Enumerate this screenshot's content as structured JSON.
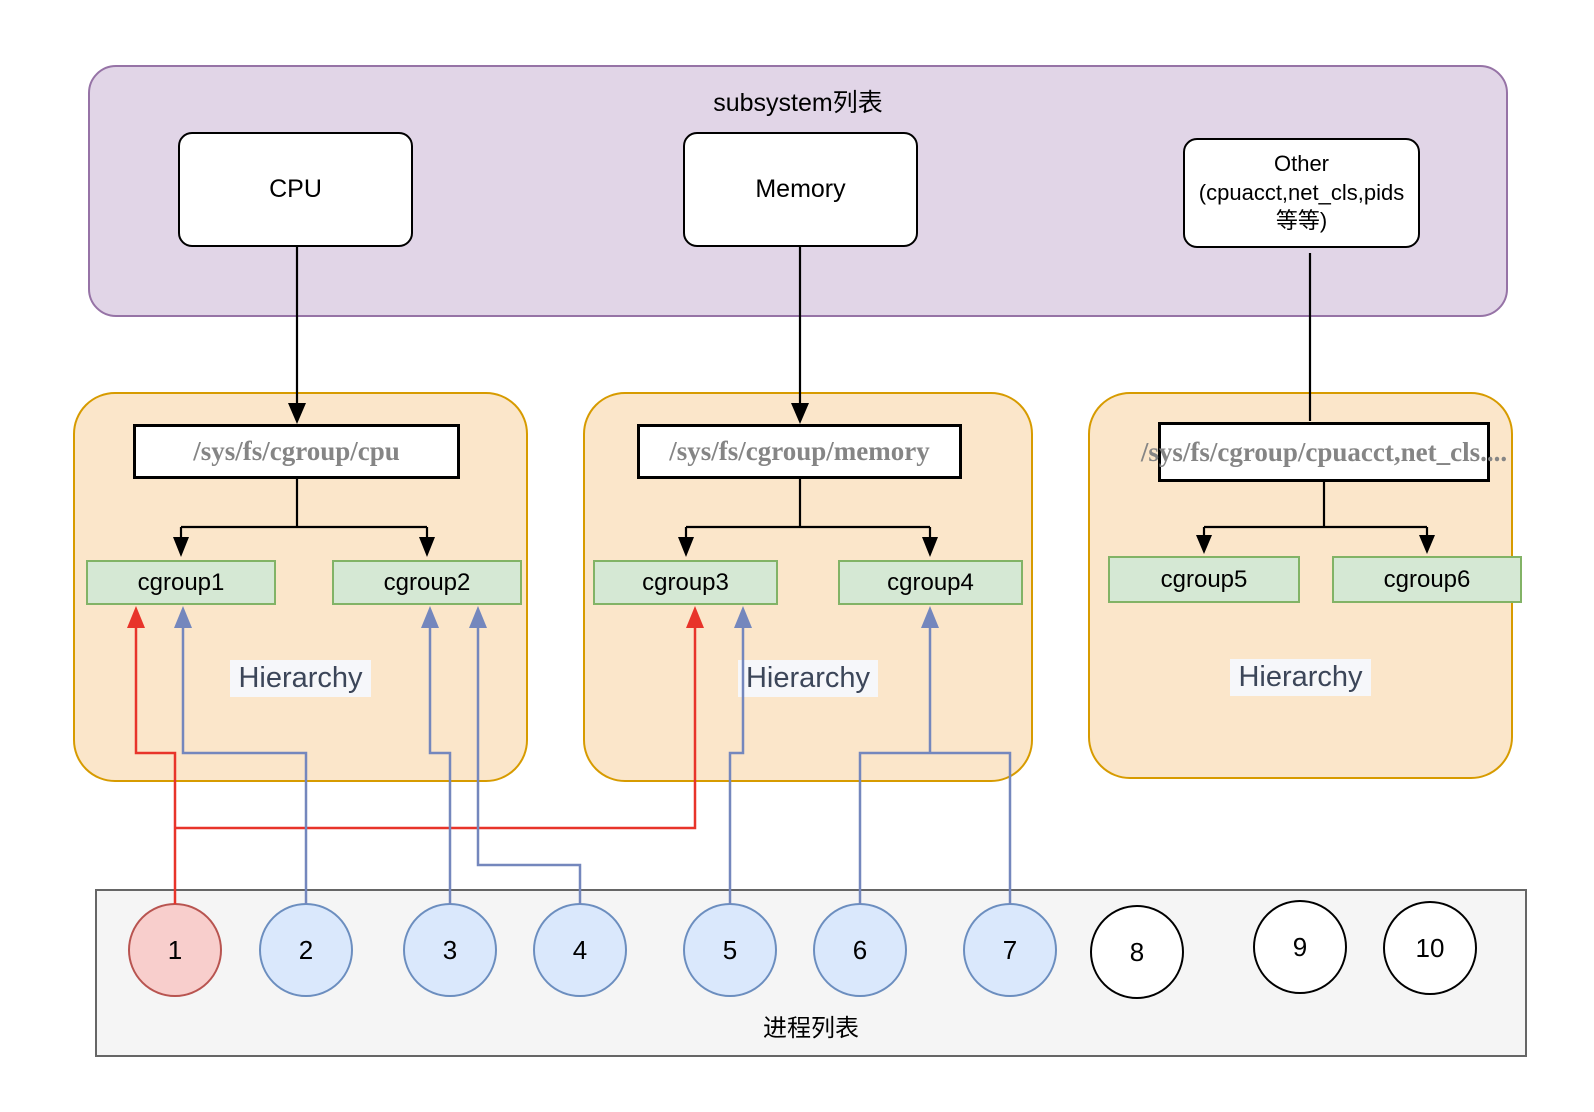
{
  "subsystem_panel": {
    "title": "subsystem列表",
    "items": [
      {
        "label": "CPU"
      },
      {
        "label": "Memory"
      },
      {
        "label": "Other",
        "sub1": "(cpuacct,net_cls,pids",
        "sub2": "等等)"
      }
    ]
  },
  "hierarchies": [
    {
      "path": "/sys/fs/cgroup/cpu",
      "label": "Hierarchy",
      "cgroups": [
        "cgroup1",
        "cgroup2"
      ]
    },
    {
      "path": "/sys/fs/cgroup/memory",
      "label": "Hierarchy",
      "cgroups": [
        "cgroup3",
        "cgroup4"
      ]
    },
    {
      "path": "/sys/fs/cgroup/cpuacct,net_cls....",
      "label": "Hierarchy",
      "cgroups": [
        "cgroup5",
        "cgroup6"
      ]
    }
  ],
  "process_panel": {
    "title": "进程列表",
    "processes": [
      {
        "id": "1",
        "type": "red"
      },
      {
        "id": "2",
        "type": "blue"
      },
      {
        "id": "3",
        "type": "blue"
      },
      {
        "id": "4",
        "type": "blue"
      },
      {
        "id": "5",
        "type": "blue"
      },
      {
        "id": "6",
        "type": "blue"
      },
      {
        "id": "7",
        "type": "blue"
      },
      {
        "id": "8",
        "type": "plain"
      },
      {
        "id": "9",
        "type": "plain"
      },
      {
        "id": "10",
        "type": "plain"
      }
    ]
  },
  "edges": [
    {
      "from": "CPU",
      "to": "/sys/fs/cgroup/cpu",
      "color": "black",
      "arrowhead": true
    },
    {
      "from": "Memory",
      "to": "/sys/fs/cgroup/memory",
      "color": "black",
      "arrowhead": true
    },
    {
      "from": "Other",
      "to": "/sys/fs/cgroup/cpuacct,net_cls....",
      "color": "black",
      "arrowhead": false
    },
    {
      "from": "/sys/fs/cgroup/cpu",
      "to": "cgroup1",
      "color": "black",
      "arrowhead": true
    },
    {
      "from": "/sys/fs/cgroup/cpu",
      "to": "cgroup2",
      "color": "black",
      "arrowhead": true
    },
    {
      "from": "/sys/fs/cgroup/memory",
      "to": "cgroup3",
      "color": "black",
      "arrowhead": true
    },
    {
      "from": "/sys/fs/cgroup/memory",
      "to": "cgroup4",
      "color": "black",
      "arrowhead": true
    },
    {
      "from": "/sys/fs/cgroup/cpuacct,net_cls....",
      "to": "cgroup5",
      "color": "black",
      "arrowhead": true
    },
    {
      "from": "/sys/fs/cgroup/cpuacct,net_cls....",
      "to": "cgroup6",
      "color": "black",
      "arrowhead": true
    },
    {
      "from": "process-1",
      "to": "cgroup1",
      "color": "red",
      "arrowhead": true
    },
    {
      "from": "process-1",
      "to": "cgroup3",
      "color": "red",
      "arrowhead": true
    },
    {
      "from": "process-2",
      "to": "cgroup1",
      "color": "blue",
      "arrowhead": true
    },
    {
      "from": "process-3",
      "to": "cgroup2",
      "color": "blue",
      "arrowhead": true
    },
    {
      "from": "process-4",
      "to": "cgroup2",
      "color": "blue",
      "arrowhead": true
    },
    {
      "from": "process-5",
      "to": "cgroup3",
      "color": "blue",
      "arrowhead": true
    },
    {
      "from": "process-6",
      "to": "cgroup4",
      "color": "blue",
      "arrowhead": true
    },
    {
      "from": "process-7",
      "to": "cgroup4",
      "color": "blue",
      "arrowhead": true
    }
  ],
  "colors": {
    "subsystem_fill": "#E1D5E7",
    "subsystem_border": "#9673A6",
    "hierarchy_fill": "#FBE6CA",
    "hierarchy_border": "#D79B00",
    "cgroup_fill": "#D5E8D4",
    "cgroup_border": "#82B366",
    "process_red_fill": "#F8CECC",
    "process_red_border": "#B85450",
    "process_blue_fill": "#DAE8FC",
    "process_blue_border": "#6C8EBF",
    "red_edge": "#E8342A",
    "blue_edge": "#7487BD",
    "black_edge": "#000000"
  }
}
